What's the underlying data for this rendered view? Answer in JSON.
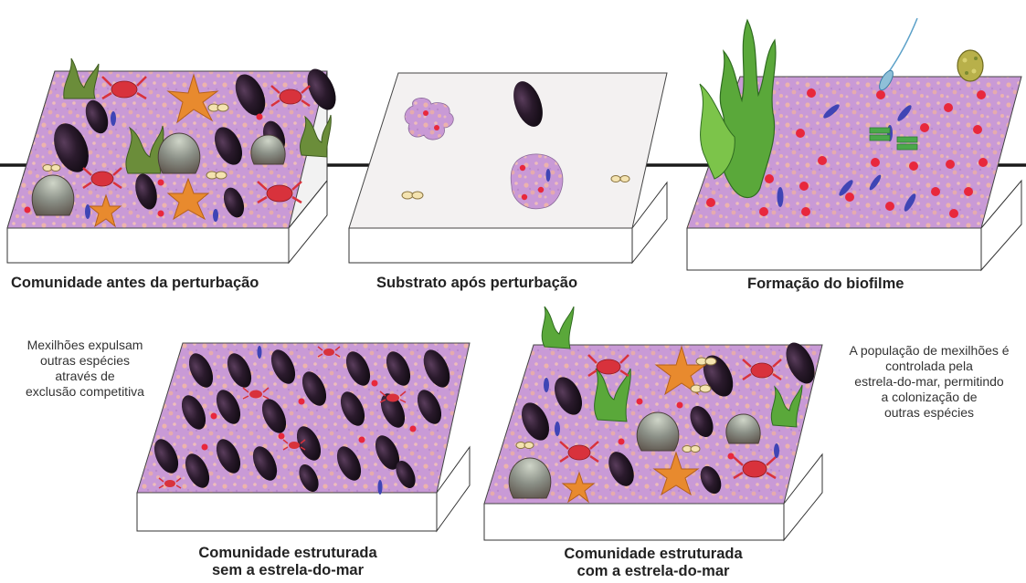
{
  "colors": {
    "substrate": "#c99ad6",
    "speckle": "#f2b8a6",
    "bare_substrate": "#f3f1f1",
    "slab_side": "#ffffff",
    "line": "#1a1a1a",
    "mussel": "#1c1420",
    "starfish": "#e88a2e",
    "crab": "#d8323c",
    "algae": "#5aa83a",
    "cell_red": "#e8283c",
    "cell_blue": "#3f45b5"
  },
  "stages": [
    {
      "caption": "Comunidade antes da perturbação"
    },
    {
      "caption": "Substrato após perturbação"
    },
    {
      "caption": "Formação do biofilme"
    }
  ],
  "outcomes": [
    {
      "caption_line1": "Comunidade estruturada",
      "caption_line2": "sem a estrela-do-mar",
      "note": [
        "Mexilhões expulsam",
        "outras espécies",
        "através de",
        "exclusão competitiva"
      ]
    },
    {
      "caption_line1": "Comunidade estruturada",
      "caption_line2": "com a estrela-do-mar",
      "note": [
        "A população de mexilhões é",
        "controlada pela",
        "estrela-do-mar, permitindo",
        "a colonização de",
        "outras espécies"
      ]
    }
  ],
  "icons": [
    "mussel-icon",
    "starfish-icon",
    "crab-icon",
    "algae-icon",
    "scallop-shell-icon",
    "barnacle-icon",
    "diatom-icon",
    "bacteria-icon",
    "flagellate-icon"
  ]
}
